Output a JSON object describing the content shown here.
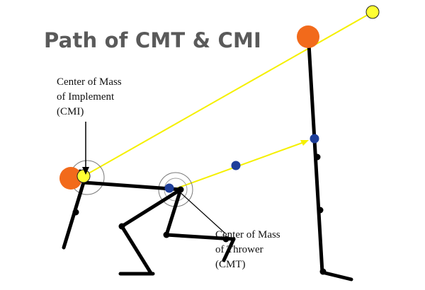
{
  "title": "Path of CMT & CMI",
  "labels": {
    "cmi": {
      "line1": "Center of Mass",
      "line2": "of Implement",
      "line3": "(CMI)"
    },
    "cmt": {
      "line1": "Center of Mass",
      "line2": "of Thrower",
      "line3": "(CMT)"
    }
  },
  "colors": {
    "implement_path": "#f5f000",
    "implement": "#ffff33",
    "head": "#f26a1b",
    "center_of_mass": "#1f3f9a",
    "joint": "#000000",
    "segment": "#000000",
    "title": "#5a5a5a"
  }
}
